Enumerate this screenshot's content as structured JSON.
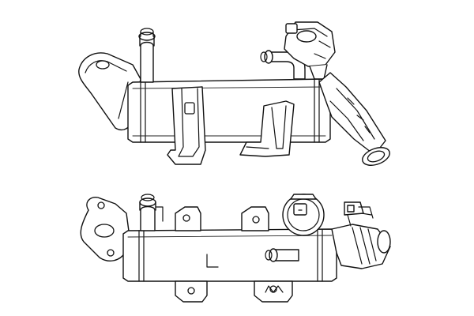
{
  "figure": {
    "views": [
      {
        "id": "view-top",
        "component": "egr-cooler"
      },
      {
        "id": "view-side",
        "component": "egr-cooler"
      }
    ],
    "colors": {
      "line": "#111111",
      "background": "#ffffff"
    }
  }
}
